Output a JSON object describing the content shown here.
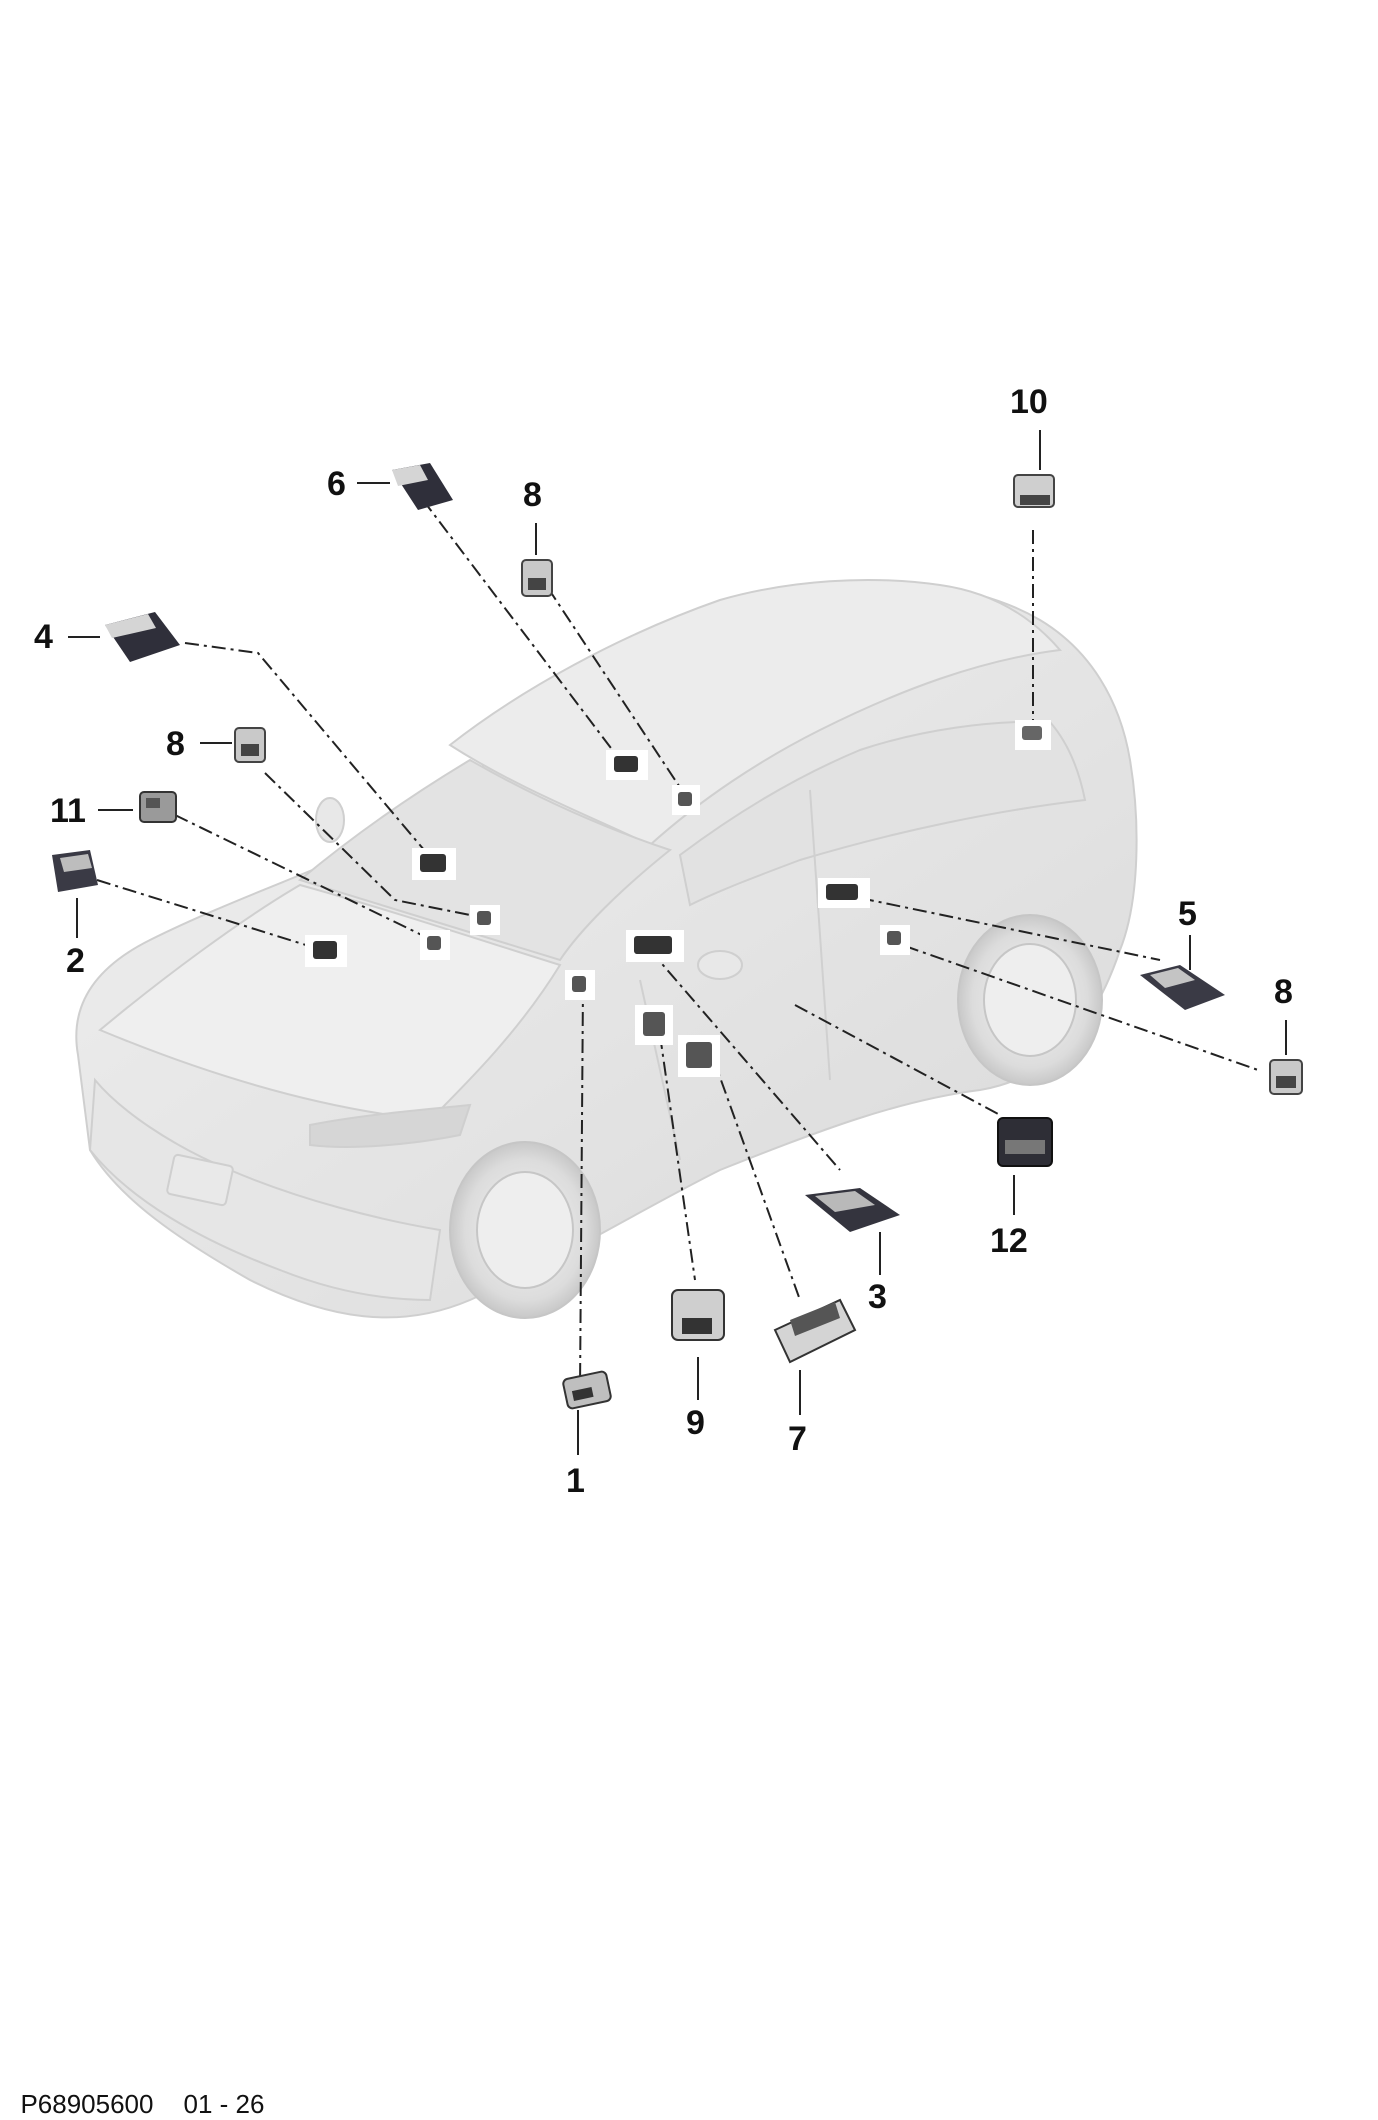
{
  "callouts": {
    "c1": "1",
    "c2": "2",
    "c3": "3",
    "c4": "4",
    "c5": "5",
    "c6": "6",
    "c7": "7",
    "c8a": "8",
    "c8b": "8",
    "c8c": "8",
    "c9": "9",
    "c10": "10",
    "c11": "11",
    "c12": "12"
  },
  "footer": {
    "drawing_number": "P68905600",
    "page": "01 - 26"
  }
}
